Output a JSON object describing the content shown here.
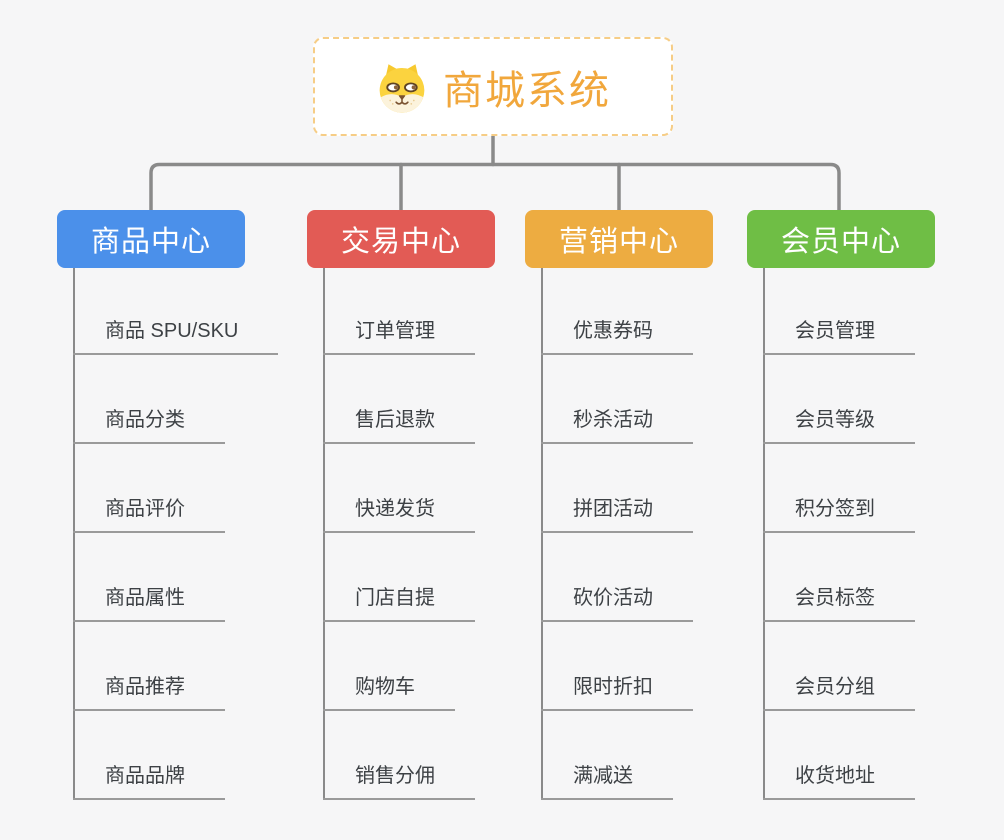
{
  "root": {
    "label": "商城系统",
    "icon": "dog-face-icon"
  },
  "branches": [
    {
      "label": "商品中心",
      "color": "#4B90EA",
      "children": [
        "商品 SPU/SKU",
        "商品分类",
        "商品评价",
        "商品属性",
        "商品推荐",
        "商品品牌"
      ]
    },
    {
      "label": "交易中心",
      "color": "#E25B55",
      "children": [
        "订单管理",
        "售后退款",
        "快递发货",
        "门店自提",
        "购物车",
        "销售分佣"
      ]
    },
    {
      "label": "营销中心",
      "color": "#EDAC41",
      "children": [
        "优惠券码",
        "秒杀活动",
        "拼团活动",
        "砍价活动",
        "限时折扣",
        "满减送"
      ]
    },
    {
      "label": "会员中心",
      "color": "#6FBE45",
      "children": [
        "会员管理",
        "会员等级",
        "积分签到",
        "会员标签",
        "会员分组",
        "收货地址"
      ]
    }
  ],
  "colors": {
    "background": "#F6F6F7",
    "root_text": "#F1A73C",
    "root_border": "#F6CD86",
    "connector": "#8A8A8A",
    "underline": "#9A9A9A",
    "leaf_text": "#3D4145"
  }
}
